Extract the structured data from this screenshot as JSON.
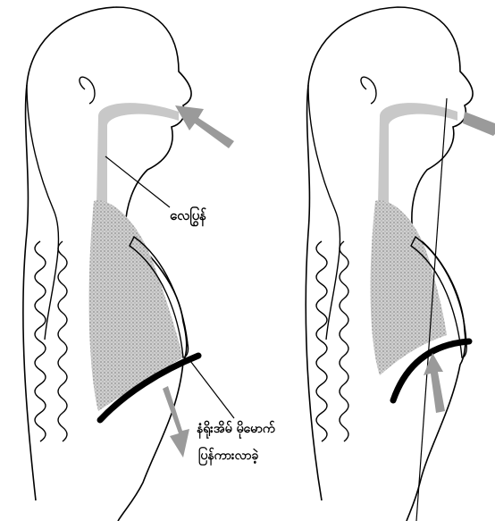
{
  "labels": {
    "airway": "လေပြွန်",
    "diaphragm_line1": "နံရိုးအိမ် မိုမောက်",
    "diaphragm_line2": "ပြန်ကားလာခဲ့"
  },
  "colors": {
    "ink": "#000000",
    "lung_fill": "#b8b8b8",
    "airway_fill": "#c8c8c8",
    "arrow": "#9a9a9a",
    "diaphragm": "#000000"
  },
  "panels": [
    {
      "name": "inhalation",
      "arrow_direction": "down"
    },
    {
      "name": "exhalation",
      "arrow_direction": "up"
    }
  ]
}
